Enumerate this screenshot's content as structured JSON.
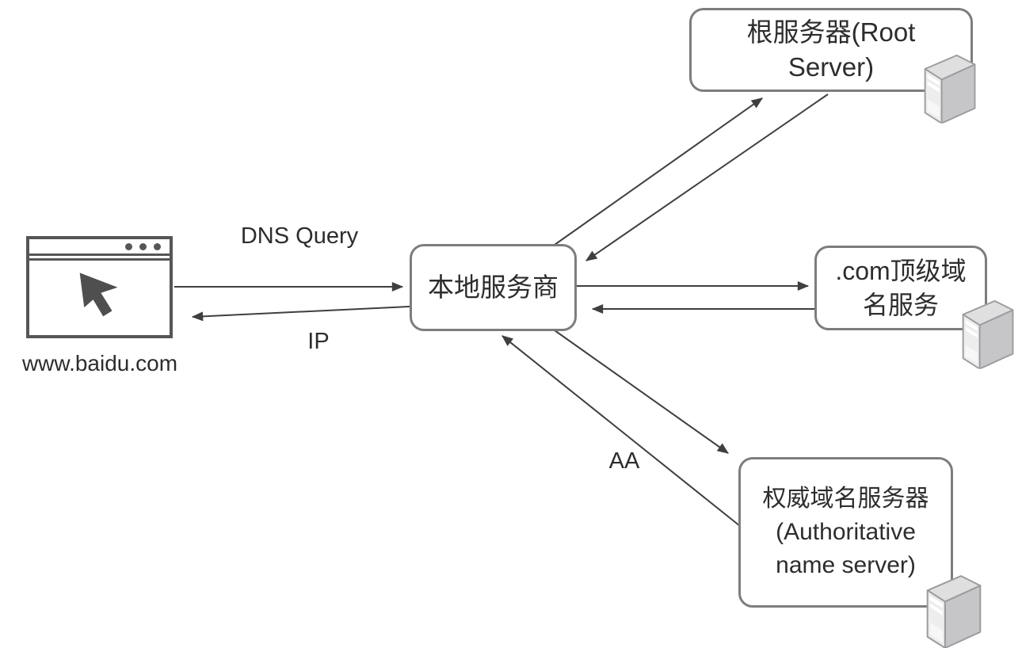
{
  "nodes": {
    "client": {
      "label": "www.baidu.com",
      "icon": "browser-window-icon"
    },
    "local_dns": {
      "label": "本地服务商"
    },
    "root_server": {
      "label": "根服务器(Root Server)",
      "icon": "server-tower-icon"
    },
    "tld_server": {
      "label": ".com顶级域名服务",
      "icon": "server-tower-icon"
    },
    "authoritative_server": {
      "label": "权威域名服务器 (Authoritative name server)",
      "icon": "server-tower-icon"
    }
  },
  "edges": {
    "dns_query_label": "DNS Query",
    "ip_label": "IP",
    "aa_label": "AA"
  },
  "colors": {
    "arrow": "#3f3f3f",
    "box_border": "#7d7d7d",
    "text": "#2d2d2d",
    "browser_outline": "#565656",
    "server_front": "#ededed",
    "server_side": "#c6c6c9",
    "server_top": "#dfdfdf",
    "background": "#ffffff"
  }
}
